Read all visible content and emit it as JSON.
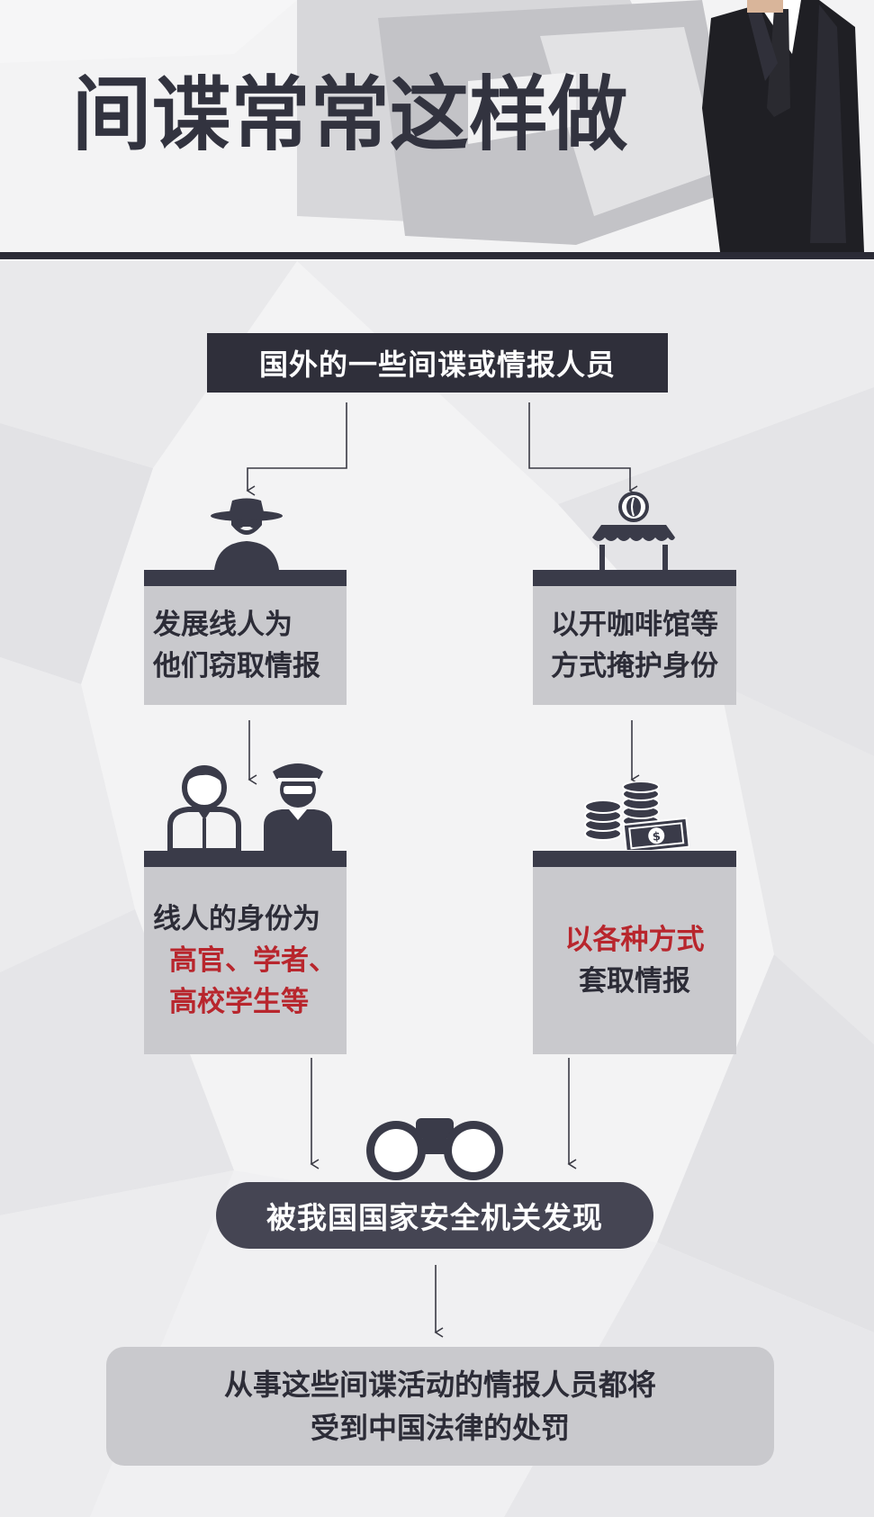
{
  "header": {
    "title": "间谍常常这样做"
  },
  "source": {
    "label": "国外的一些间谍或情报人员"
  },
  "left_branch": {
    "step1_lines": [
      "发展线人为",
      "他们窃取情报"
    ],
    "step2_line1": "线人的身份为",
    "step2_highlight_lines": [
      "高官、学者、",
      "高校学生等"
    ]
  },
  "right_branch": {
    "step1_lines": [
      "以开咖啡馆等",
      "方式掩护身份"
    ],
    "step2_highlight": "以各种方式",
    "step2_line2": "套取情报"
  },
  "discovery": {
    "label": "被我国国家安全机关发现"
  },
  "result": {
    "lines": [
      "从事这些间谍活动的情报人员都将",
      "受到中国法律的处罚"
    ]
  },
  "colors": {
    "dark": "#2f2f3a",
    "panel": "#c9c9cd",
    "highlight_red": "#b8262d"
  },
  "icons": {
    "spy": "spy-icon",
    "cafe": "cafe-icon",
    "informants": "informants-icon",
    "money": "money-icon",
    "binoculars": "binoculars-icon"
  }
}
